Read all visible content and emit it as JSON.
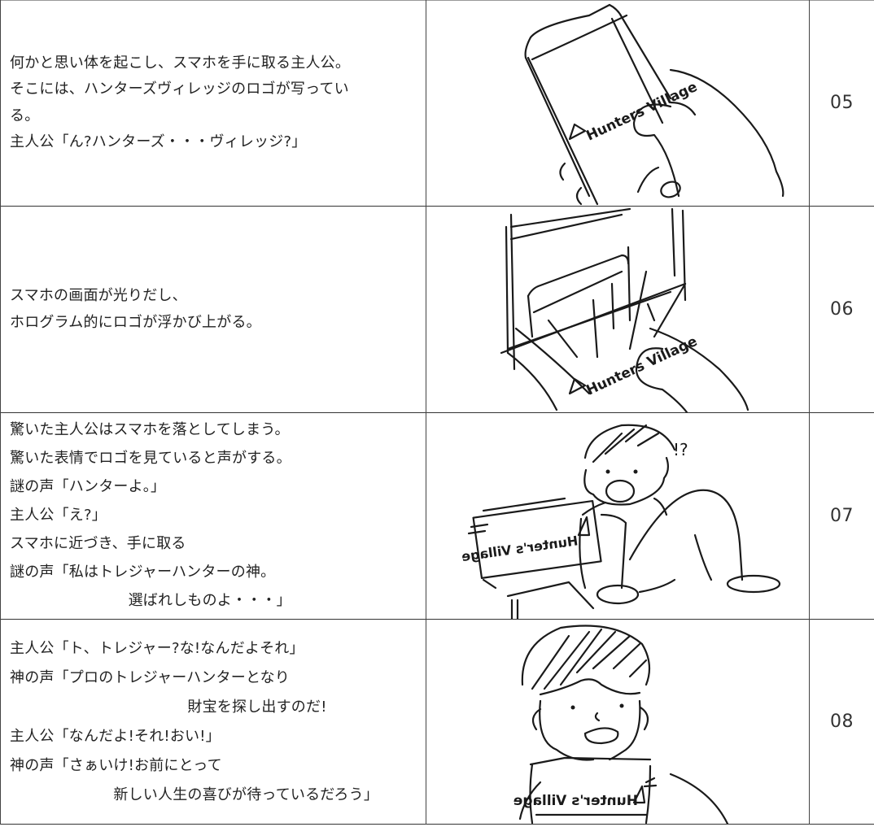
{
  "scenes": [
    {
      "number": "05",
      "lines": [
        "何かと思い体を起こし、スマホを手に取る主人公。",
        "そこには、ハンターズヴィレッジのロゴが写ってい",
        "る。",
        "主人公「ん?ハンターズ・・・ヴィレッジ?」"
      ],
      "sketch_logo": "Hunters Village"
    },
    {
      "number": "06",
      "lines": [
        "スマホの画面が光りだし、",
        "ホログラム的にロゴが浮かび上がる。"
      ],
      "sketch_logo": "Hunters Village"
    },
    {
      "number": "07",
      "lines": [
        "驚いた主人公はスマホを落としてしまう。",
        "驚いた表情でロゴを見ていると声がする。",
        "謎の声「ハンターよ。」",
        "主人公「え?」",
        "スマホに近づき、手に取る",
        "謎の声「私はトレジャーハンターの神。",
        "　　　　　　　　選ばれしものよ・・・」"
      ],
      "sketch_logo": "Hunter's Village",
      "sketch_exclaim": "!?"
    },
    {
      "number": "08",
      "lines": [
        "主人公「ト、トレジャー?な!なんだよそれ」",
        "神の声「プロのトレジャーハンターとなり",
        "　　　　　　　　　　　　財宝を探し出すのだ!",
        "主人公「なんだよ!それ!おい!」",
        "神の声「さぁいけ!お前にとって",
        "　　　　　　　新しい人生の喜びが待っているだろう」"
      ],
      "sketch_logo": "Hunter's Village"
    }
  ]
}
